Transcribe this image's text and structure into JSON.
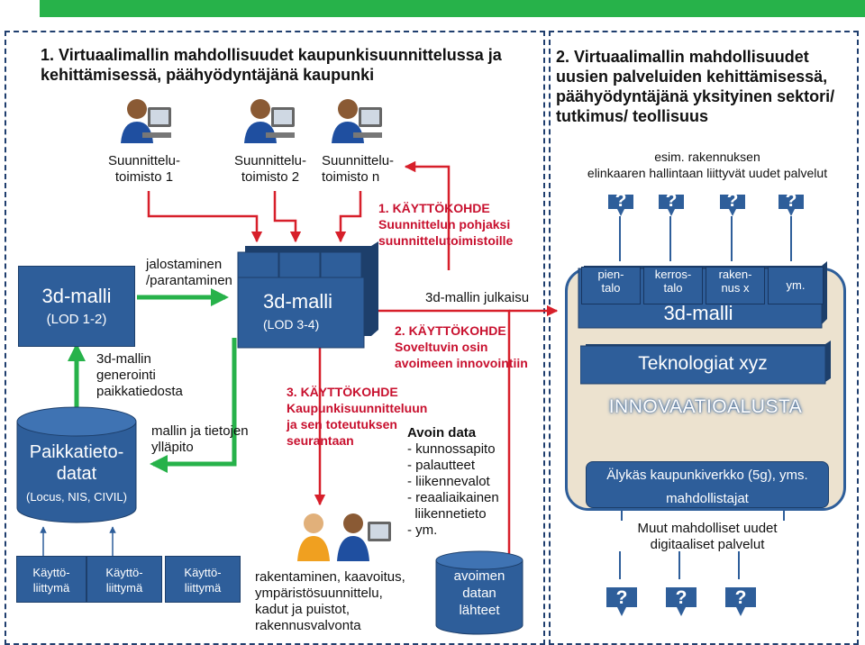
{
  "panel_left": {
    "title_line1": "1. Virtuaalimallin mahdollisuudet  kaupunkisuunnittelussa ja",
    "title_line2": "kehittämisessä, päähyödyntäjänä kaupunki"
  },
  "panel_right": {
    "title_line1": "2. Virtuaalimallin mahdollisuudet",
    "title_line2": "uusien palveluiden kehittämisessä,",
    "title_line3": "päähyödyntäjänä yksityinen sektori/",
    "title_line4": "tutkimus/ teollisuus"
  },
  "offices": [
    {
      "line1": "Suunnittelu-",
      "line2": "toimisto 1"
    },
    {
      "line1": "Suunnittelu-",
      "line2": "toimisto 2"
    },
    {
      "line1": "Suunnittelu-",
      "line2": "toimisto n"
    }
  ],
  "target1": {
    "line1": "1. KÄYTTÖKOHDE",
    "line2": "Suunnittelun pohjaksi",
    "line3": "suunnittelutoimistoille"
  },
  "target2": {
    "line1": "2.  KÄYTTÖKOHDE",
    "line2": "Soveltuvin osin",
    "line3": "avoimeen innovointiin"
  },
  "target3": {
    "line1": "3. KÄYTTÖKOHDE",
    "line2": "Kaupunkisuunnitteluun",
    "line3": " ja sen toteutuksen",
    "line4": "seurantaan"
  },
  "model_lod12": {
    "title": "3d-malli",
    "sub": "(LOD 1-2)"
  },
  "model_lod34": {
    "title": "3d-malli",
    "sub": "(LOD 3-4)"
  },
  "labels": {
    "refine_line1": "jalostaminen",
    "refine_line2": "/parantaminen",
    "generate_line1": "3d-mallin",
    "generate_line2": "generointi",
    "generate_line3": "paikkatiedosta",
    "maintain_line1": "mallin ja tietojen",
    "maintain_line2": "ylläpito",
    "publish": "3d-mallin julkaisu"
  },
  "geodata": {
    "line1": "Paikkatieto-",
    "line2": "datat",
    "line3": "(Locus, NIS, CIVIL)"
  },
  "interfaces": [
    {
      "line1": "Käyttö-",
      "line2": "liittymä"
    },
    {
      "line1": "Käyttö-",
      "line2": "liittymä"
    },
    {
      "line1": "Käyttö-",
      "line2": "liittymä"
    }
  ],
  "open_data": {
    "title": "Avoin data",
    "items": [
      "- kunnossapito",
      "- palautteet",
      "- liikennevalot",
      "- reaaliaikainen",
      "  liikennetieto",
      "- ym."
    ]
  },
  "planning_text": {
    "line1": "rakentaminen, kaavoitus,",
    "line2": "ympäristösuunnittelu,",
    "line3": "kadut ja puistot,",
    "line4": "rakennusvalvonta"
  },
  "open_sources": {
    "line1": "avoimen",
    "line2": "datan",
    "line3": "lähteet"
  },
  "lifecycle": {
    "line1": "esim. rakennuksen",
    "line2": "elinkaaren hallintaan liittyvät uudet palvelut"
  },
  "question_mark": "?",
  "platform": {
    "tabs": [
      {
        "line1": "pien-",
        "line2": "talo"
      },
      {
        "line1": "kerros-",
        "line2": "talo"
      },
      {
        "line1": "raken-",
        "line2": "nus x"
      },
      {
        "line1": "ym.",
        "line2": ""
      }
    ],
    "model": "3d-malli",
    "tech": "Teknologiat xyz",
    "name": "INNOVAATIOALUSTA",
    "network": "Älykäs kaupunkiverkko (5g), yms.",
    "enablers": "mahdollistajat"
  },
  "digital": {
    "line1": "Muut mahdolliset uudet",
    "line2": "digitaaliset palvelut"
  },
  "colors": {
    "green": "#27b24a",
    "red": "#d71f2a",
    "blue": "#2e5e9a",
    "dark_border": "#1f3e6e"
  }
}
